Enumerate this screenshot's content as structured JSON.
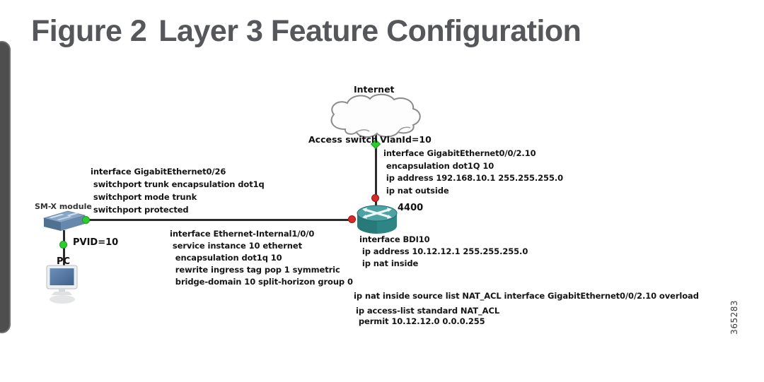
{
  "title": {
    "prefix": "Figure 2",
    "text": "Layer 3 Feature Configuration"
  },
  "figure_code": "365283",
  "diagram": {
    "internet_label": "Internet",
    "access_switch_label": "Access switch",
    "vlan_label": "VlanId=10",
    "router_label": "4400",
    "smx_label": "SM-X module",
    "pvid_label": "PVID=10",
    "pc_label": "PC",
    "config_trunk": {
      "lines": [
        "interface GigabitEthernet0/26",
        " switchport trunk encapsulation dot1q",
        " switchport mode trunk",
        " switchport protected"
      ]
    },
    "config_outside": {
      "lines": [
        "interface GigabitEthernet0/0/2.10",
        " encapsulation dot1Q 10",
        " ip address 192.168.10.1 255.255.255.0",
        " ip nat outside"
      ]
    },
    "config_internal": {
      "lines": [
        "interface Ethernet-Internal1/0/0",
        " service instance 10 ethernet",
        "  encapsulation dot1q 10",
        "  rewrite ingress tag pop 1 symmetric",
        "  bridge-domain 10 split-horizon group 0"
      ]
    },
    "config_bdi": {
      "lines": [
        "interface BDI10",
        " ip address 10.12.12.1 255.255.255.0",
        " ip nat inside"
      ]
    },
    "config_nat_rule": "ip nat inside source list NAT_ACL interface GigabitEthernet0/0/2.10 overload",
    "config_nat_acl": {
      "lines": [
        "ip access-list standard NAT_ACL",
        " permit 10.12.12.0 0.0.0.255"
      ]
    }
  },
  "colors": {
    "title_gray": "#56575a",
    "marker_green": "#2ecc2e",
    "marker_red": "#d42a2a",
    "router_teal": "#2e8585",
    "switch_blue": "#88a6c6",
    "pc_screen_blue": "#4a6fa8"
  }
}
